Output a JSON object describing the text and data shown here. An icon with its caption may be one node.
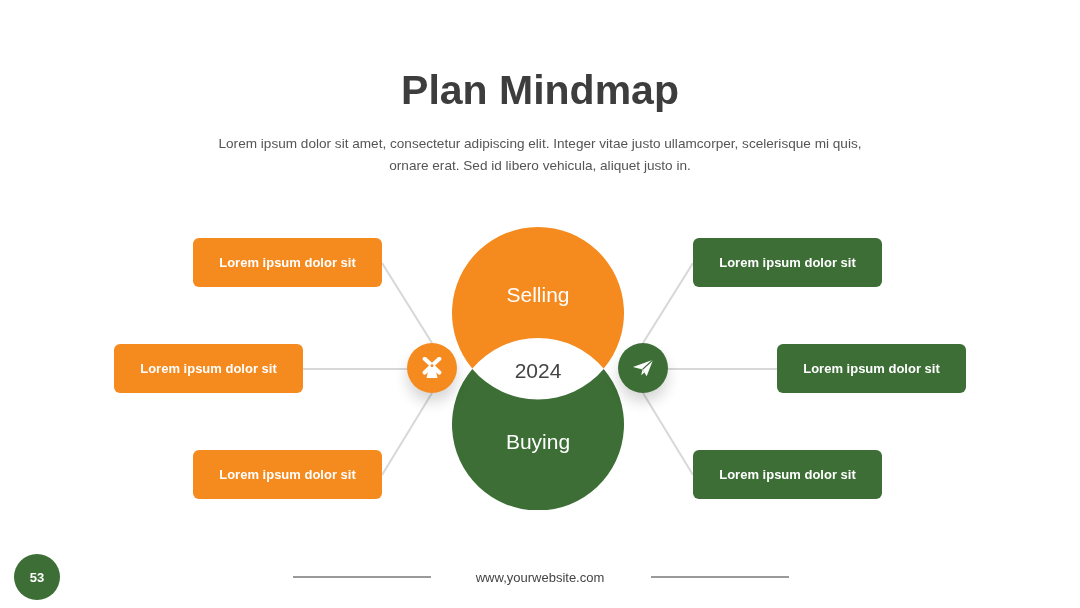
{
  "diagram": {
    "title": "Plan Mindmap",
    "nodes": [
      {
        "text": [
          "Selling"
        ]
      },
      {
        "text": [
          "Buying"
        ]
      },
      {
        "text": [
          "2024"
        ]
      },
      {
        "text": [],
        "shape": "circle"
      },
      {
        "text": [],
        "shape": "circle"
      },
      {
        "text": [
          "Lorem ipsum dolor sit"
        ]
      },
      {
        "text": [
          "Lorem ipsum dolor sit"
        ]
      },
      {
        "text": [
          "Lorem ipsum dolor sit"
        ]
      },
      {
        "text": [
          "Lorem ipsum dolor sit"
        ]
      },
      {
        "text": [
          "Lorem ipsum dolor sit"
        ]
      },
      {
        "text": [
          "Lorem ipsum dolor sit"
        ]
      },
      {
        "text": [
          "53"
        ]
      }
    ],
    "edges": [
      {
        "from": 3,
        "to": 5,
        "arrow": "none"
      },
      {
        "from": 3,
        "to": 6,
        "arrow": "none"
      },
      {
        "from": 3,
        "to": 7,
        "arrow": "none"
      },
      {
        "from": 4,
        "to": 8,
        "arrow": "none"
      },
      {
        "from": 4,
        "to": 9,
        "arrow": "none"
      },
      {
        "from": 4,
        "to": 10,
        "arrow": "none"
      }
    ],
    "labels": [
      "Lorem ipsum dolor sit amet, consectetur adipiscing elit. Integer vitae justo ullamcorper, scelerisque mi quis, ornare erat. Sed id libero vehicula, aliquet justo in.",
      "www,yourwebsite.com"
    ]
  }
}
